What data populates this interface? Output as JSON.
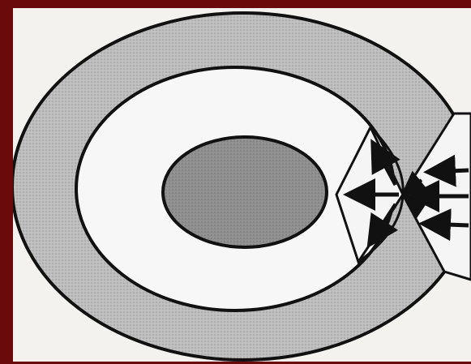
{
  "colors": {
    "frame": "#6b0a0a",
    "paper": "#f3f2ef",
    "outer_ring_fill": "#bdbdbd",
    "core_fill": "#8f8f8f",
    "inner_region_fill": "#f7f7f7",
    "stroke": "#111111"
  },
  "diagram": {
    "shapes": [
      "outer-ring",
      "inner-region",
      "central-core",
      "outer-wedge",
      "inner-wedge"
    ],
    "arrows_inner": [
      "arrow-up-left",
      "arrow-left",
      "arrow-down-left"
    ],
    "arrows_outer": [
      "arrow-left-top",
      "arrow-left-middle",
      "arrow-left-bottom"
    ],
    "arrows_center_converge": [
      "arrow-converge-upper",
      "arrow-converge-lower"
    ]
  }
}
